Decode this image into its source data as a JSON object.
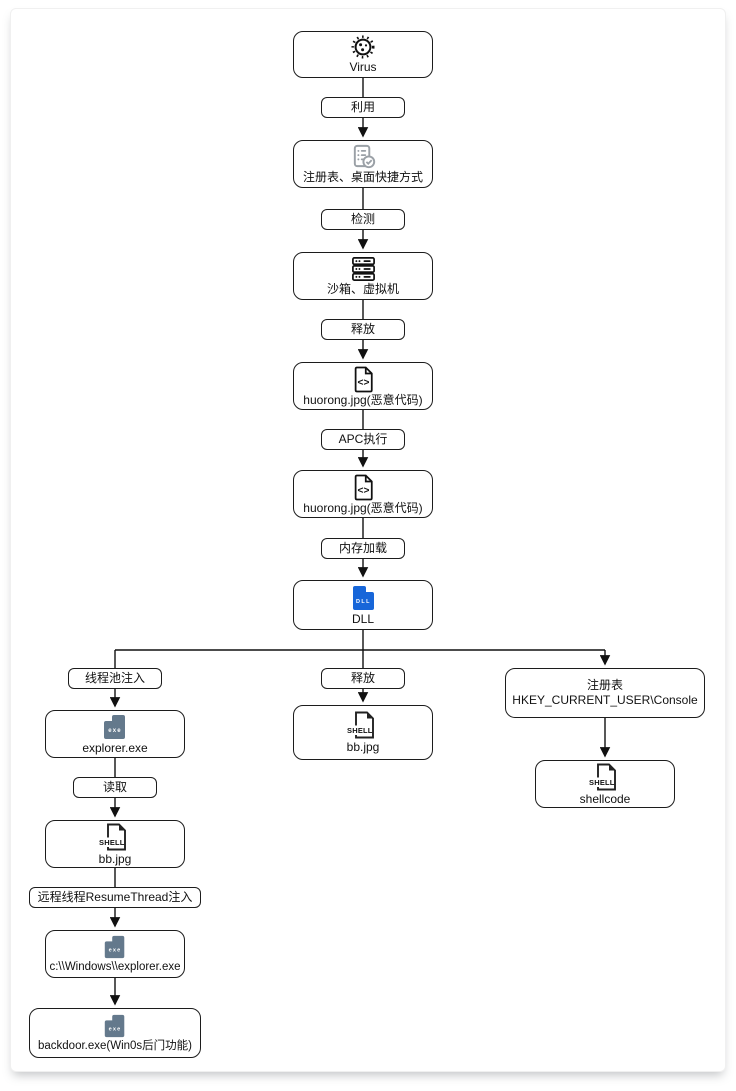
{
  "diagram": {
    "nodes": {
      "virus": {
        "label": "Virus"
      },
      "registry_shortcut": {
        "label": "注册表、桌面快捷方式"
      },
      "sandbox": {
        "label": "沙箱、虚拟机"
      },
      "huorong_1": {
        "label": "huorong.jpg(恶意代码)"
      },
      "huorong_2": {
        "label": "huorong.jpg(恶意代码)"
      },
      "dll": {
        "label": "DLL"
      },
      "explorer": {
        "label": "explorer.exe"
      },
      "bb_left": {
        "label": "bb.jpg"
      },
      "windows_explorer": {
        "label": "c:\\\\Windows\\\\explorer.exe"
      },
      "backdoor": {
        "label": "backdoor.exe(Win0s后门功能)"
      },
      "bb_mid": {
        "label": "bb.jpg"
      },
      "registry_console": {
        "line1": "注册表",
        "line2": "HKEY_CURRENT_USER\\Console"
      },
      "shellcode": {
        "label": "shellcode"
      }
    },
    "edges": {
      "exploit": "利用",
      "detect": "检测",
      "drop_1": "释放",
      "apc_exec": "APC执行",
      "memory_load": "内存加载",
      "threadpool_inject": "线程池注入",
      "drop_2": "释放",
      "read": "读取",
      "resume_inject": "远程线程ResumeThread注入"
    },
    "icon_text": {
      "dll": "DLL",
      "exe": "exe",
      "shell": "SHELL",
      "code": "<>"
    },
    "colors": {
      "stroke": "#111111",
      "dll_blue": "#1766d9",
      "exe_slate": "#64798c",
      "icon_gray": "#9aa0a6"
    }
  }
}
